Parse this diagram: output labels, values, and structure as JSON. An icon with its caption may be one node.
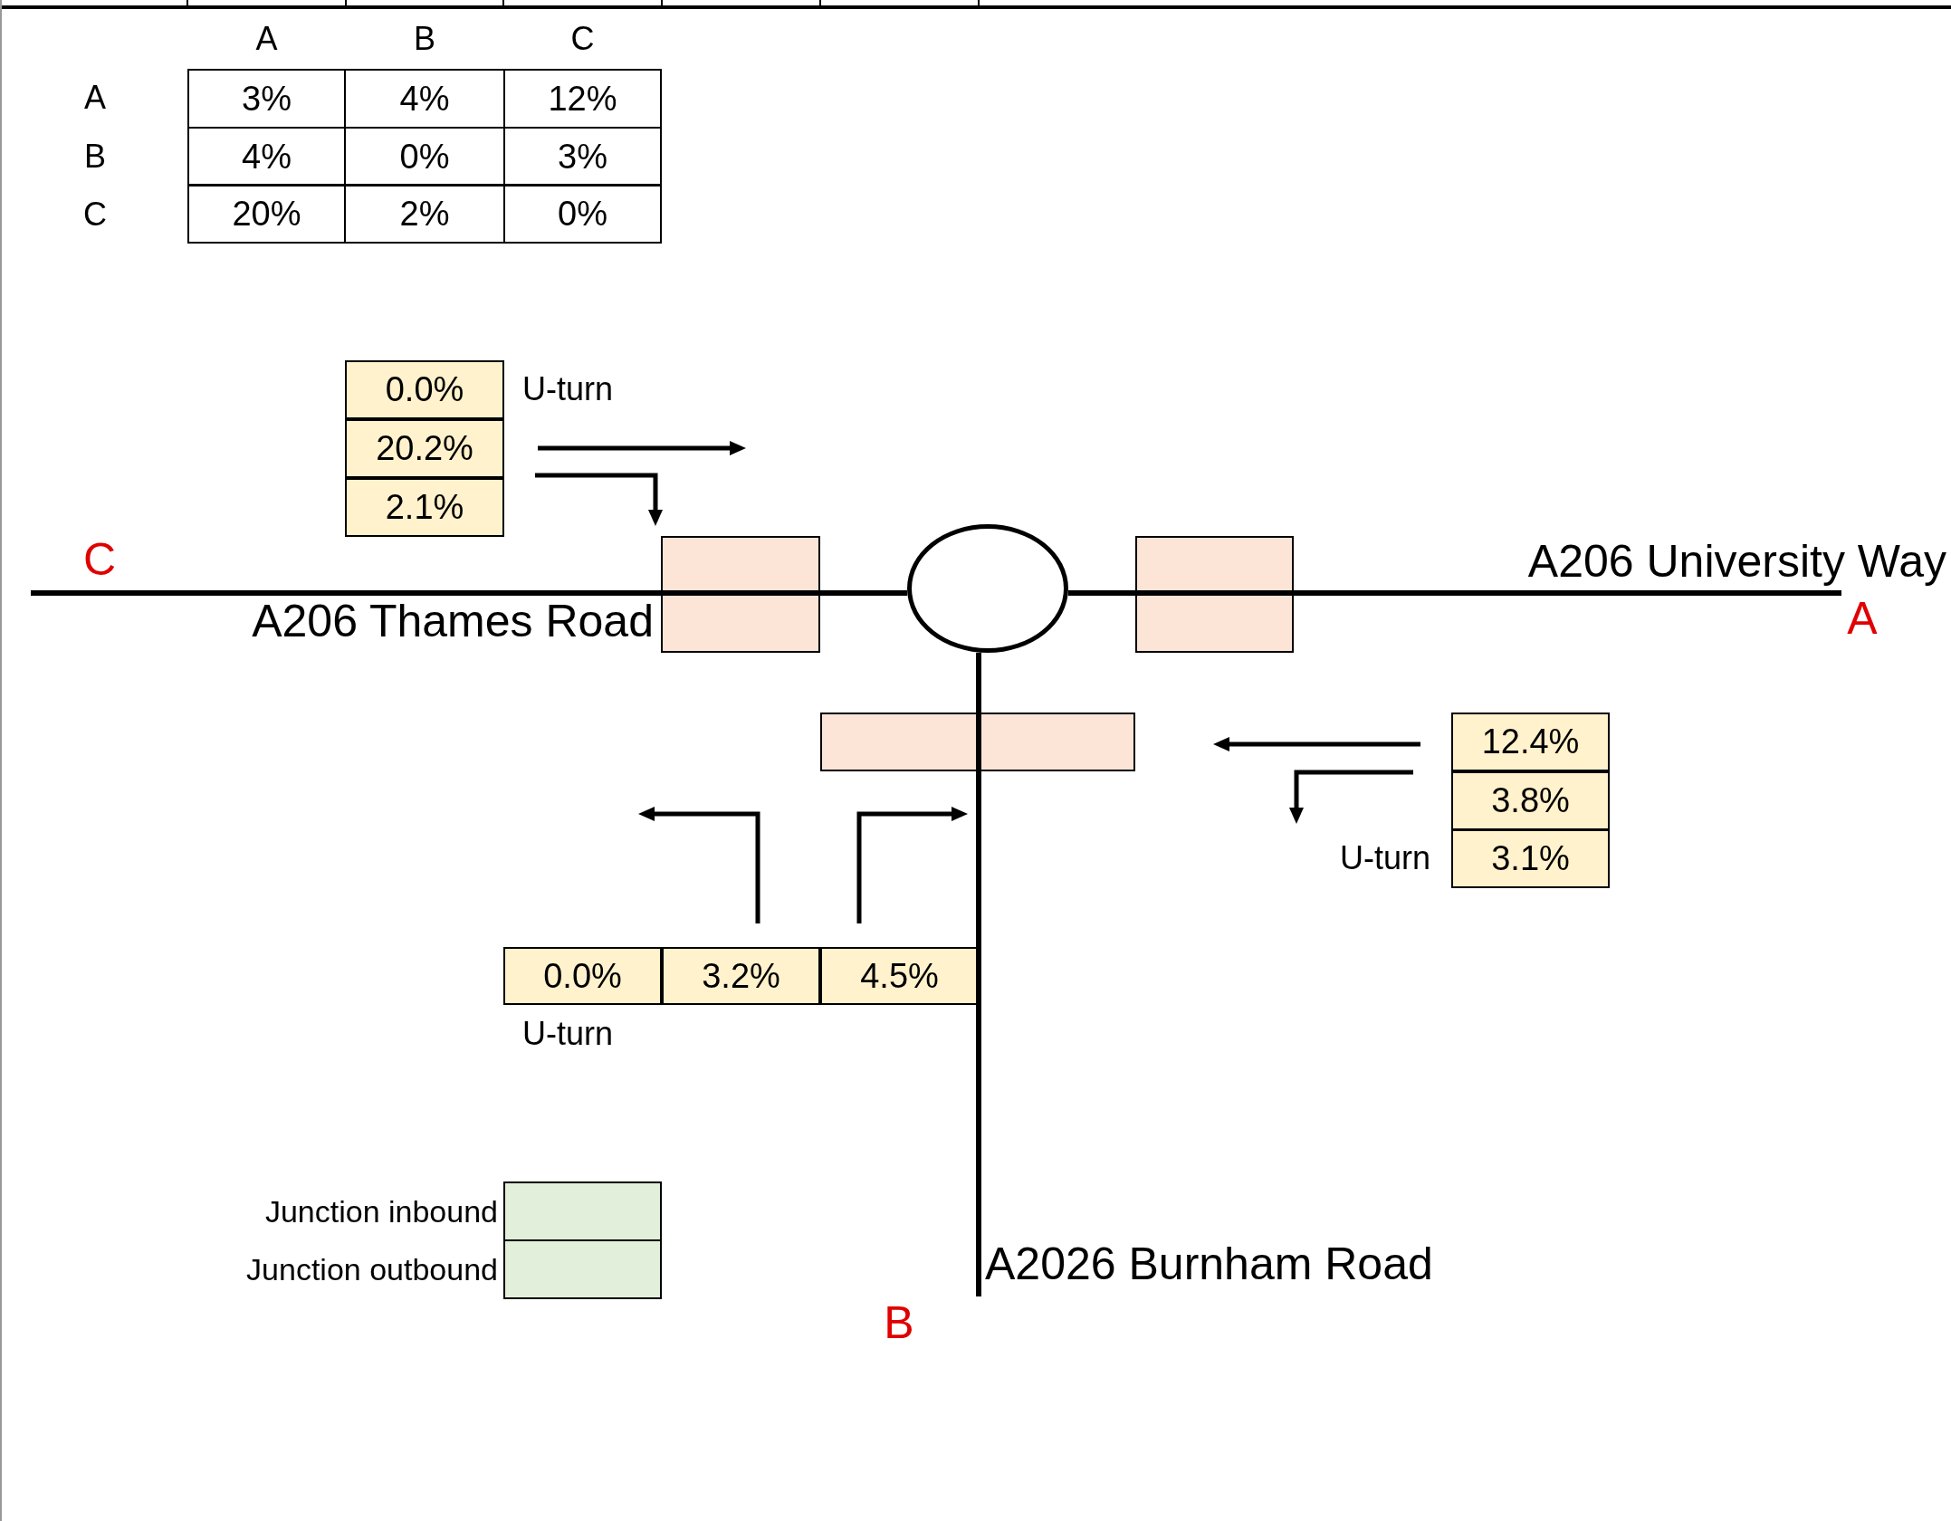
{
  "diagram": {
    "nodes": [
      {
        "text": [
          "0.0%"
        ]
      },
      {
        "text": [
          "20.2%"
        ]
      },
      {
        "text": [
          "2.1%"
        ]
      },
      {
        "text": [],
        "shape": "box"
      },
      {
        "text": [],
        "shape": "circle"
      },
      {
        "text": [],
        "shape": "box"
      },
      {
        "text": [],
        "shape": "box"
      },
      {
        "text": [
          "12.4%"
        ]
      },
      {
        "text": [
          "3.8%"
        ]
      },
      {
        "text": [
          "3.1%"
        ]
      },
      {
        "text": [
          "0.0%"
        ]
      },
      {
        "text": [
          "3.2%"
        ]
      },
      {
        "text": [
          "4.5%"
        ]
      }
    ],
    "labels": [
      "A",
      "B",
      "C",
      "A",
      "3%",
      "4%",
      "12%",
      "B",
      "4%",
      "0%",
      "3%",
      "C",
      "20%",
      "2%",
      "0%",
      "U-turn",
      "C",
      "A206 Thames Road",
      "A206 University Way",
      "A",
      "U-turn",
      "U-turn",
      "A2026 Burnham Road",
      "B"
    ],
    "legend": [
      {
        "text": "Junction inbound",
        "color": "#e2efda"
      },
      {
        "text": "Junction outbound",
        "color": "#e2efda"
      }
    ]
  }
}
